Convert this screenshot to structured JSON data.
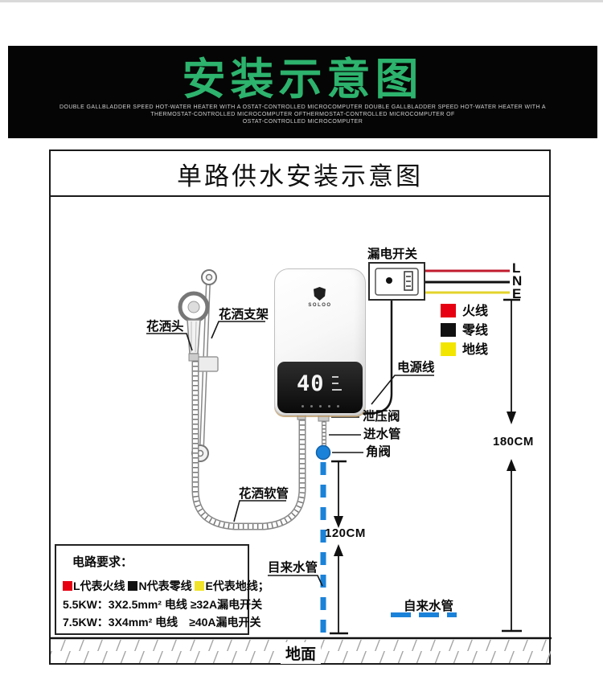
{
  "banner": {
    "title": "安装示意图",
    "title_color": "#2db36d",
    "bg_color": "#050505",
    "subtitle_line1": "DOUBLE GALLBLADDER SPEED HOT-WATER HEATER WITH A OSTAT-CONTROLLED MICROCOMPUTER DOUBLE GALLBLADDER SPEED HOT-WATER HEATER WITH A",
    "subtitle_line2": "THERMOSTAT-CONTROLLED MICROCOMPUTER OFTHERMOSTAT-CONTROLLED MICROCOMPUTER OF",
    "subtitle_line3": "OSTAT-CONTROLLED MICROCOMPUTER"
  },
  "diagram": {
    "title": "单路供水安装示意图",
    "shower": {
      "head_label": "花洒头",
      "bracket_label": "花洒支架",
      "hose_label": "花洒软管"
    },
    "heater": {
      "brand": "SOLOO",
      "display_value": "40"
    },
    "electric": {
      "switch_label": "漏电开关",
      "power_cord_label": "电源线",
      "terminals": [
        "L",
        "N",
        "E"
      ],
      "wire_colors": {
        "live": "#c11b2e",
        "neutral": "#101010",
        "earth": "#e3d32b"
      },
      "legend": [
        {
          "label": "火线",
          "color": "#e60012"
        },
        {
          "label": "零线",
          "color": "#111111"
        },
        {
          "label": "地线",
          "color": "#f2e600"
        }
      ]
    },
    "plumbing": {
      "relief_valve_label": "泄压阀",
      "inlet_pipe_label": "进水管",
      "angle_valve_label": "角阀",
      "inlet_main_label": "目来水管",
      "tap_water_label": "自来水管",
      "pipe_color": "#1b82d9"
    },
    "dimensions": {
      "wall_height": "180CM",
      "pipe_height": "120CM"
    },
    "ground_label": "地面",
    "requirements": {
      "title": "电路要求：",
      "legend": [
        {
          "label": "L代表火线",
          "color": "#e60012"
        },
        {
          "label": "N代表零线",
          "color": "#111111"
        },
        {
          "label": "E代表地线；",
          "color": "#f0e32a"
        }
      ],
      "lines": [
        "5.5KW：3X2.5mm² 电线 ≥32A漏电开关",
        "7.5KW：3X4mm² 电线　≥40A漏电开关"
      ]
    }
  }
}
